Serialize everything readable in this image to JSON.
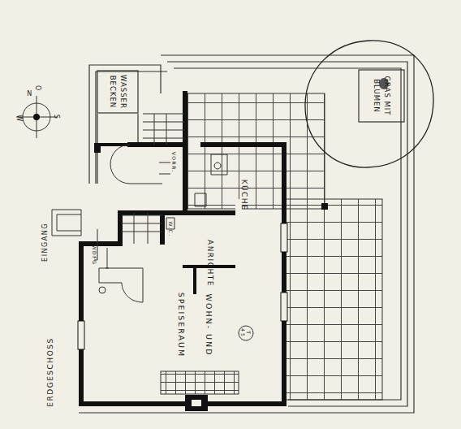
{
  "diagram": {
    "nodes": [
      {
        "text": [
          "WASSER BECKEN"
        ]
      },
      {
        "text": [
          "GRAS MIT BLUMEN"
        ]
      }
    ],
    "labels": [
      "N",
      "O",
      "S",
      "W",
      "KÜCHE",
      "VORR.",
      "W.C.",
      "ANRICHTE",
      "EINGANG",
      "WDFG",
      "WOHN- UND SPEISERAUM",
      "T 45",
      "ERDGESCHOSS"
    ]
  }
}
